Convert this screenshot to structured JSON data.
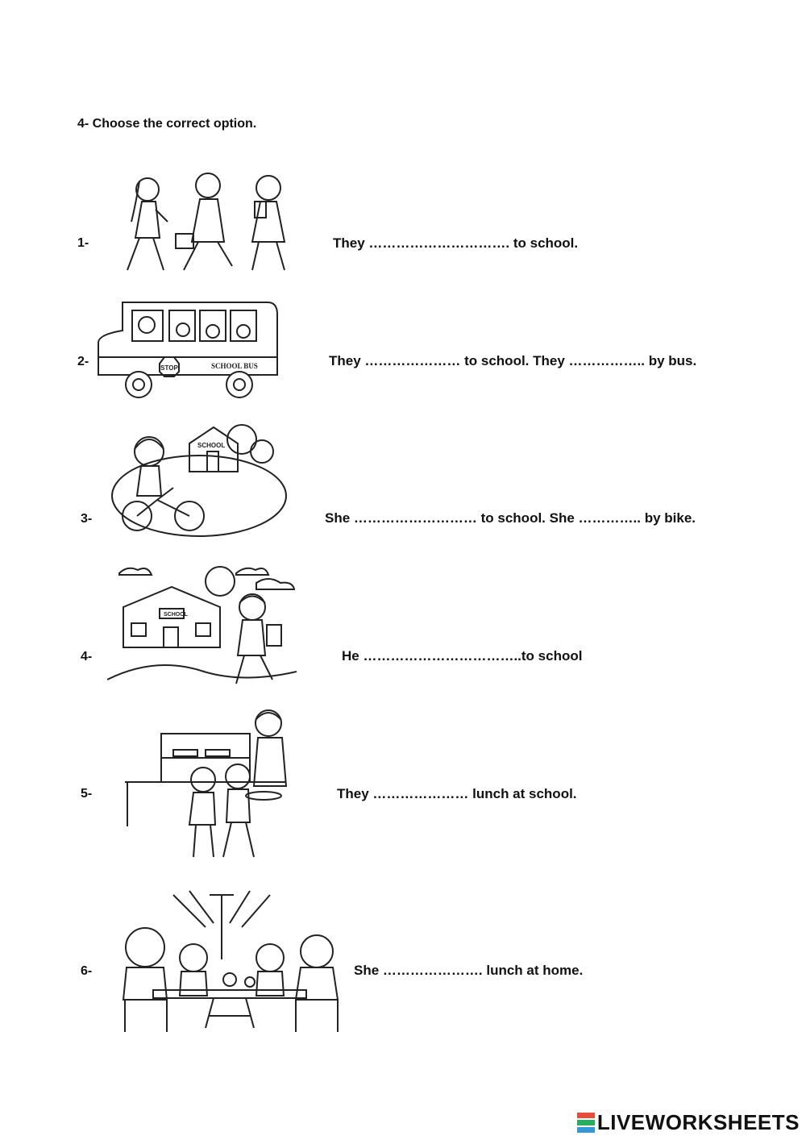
{
  "heading": "4- Choose the correct option.",
  "items": [
    {
      "number": "1-",
      "sentence": "They …………………………. to school."
    },
    {
      "number": "2-",
      "sentence": "They ………………… to school.  They …………….. by bus."
    },
    {
      "number": "3-",
      "sentence": "She  ……………………… to school. She ………….. by bike."
    },
    {
      "number": "4-",
      "sentence": "He ……………………………..to school"
    },
    {
      "number": "5-",
      "sentence": "They ………………… lunch at school."
    },
    {
      "number": "6-",
      "sentence": "She …………………. lunch at home."
    }
  ],
  "pictures": [
    {
      "icon": "children-walking-icon"
    },
    {
      "icon": "school-bus-icon",
      "labels": {
        "stop": "STOP",
        "bus": "SCHOOL BUS"
      }
    },
    {
      "icon": "girl-cycling-icon",
      "labels": {
        "school": "SCHOOL"
      }
    },
    {
      "icon": "boy-walking-to-school-icon",
      "labels": {
        "school": "SCHOOL"
      }
    },
    {
      "icon": "school-canteen-icon"
    },
    {
      "icon": "family-lunch-icon"
    }
  ],
  "footer": {
    "logo_text": "LIVEWORKSHEETS",
    "logo_colors": [
      "#e74c3c",
      "#27ae60",
      "#3498db"
    ]
  }
}
